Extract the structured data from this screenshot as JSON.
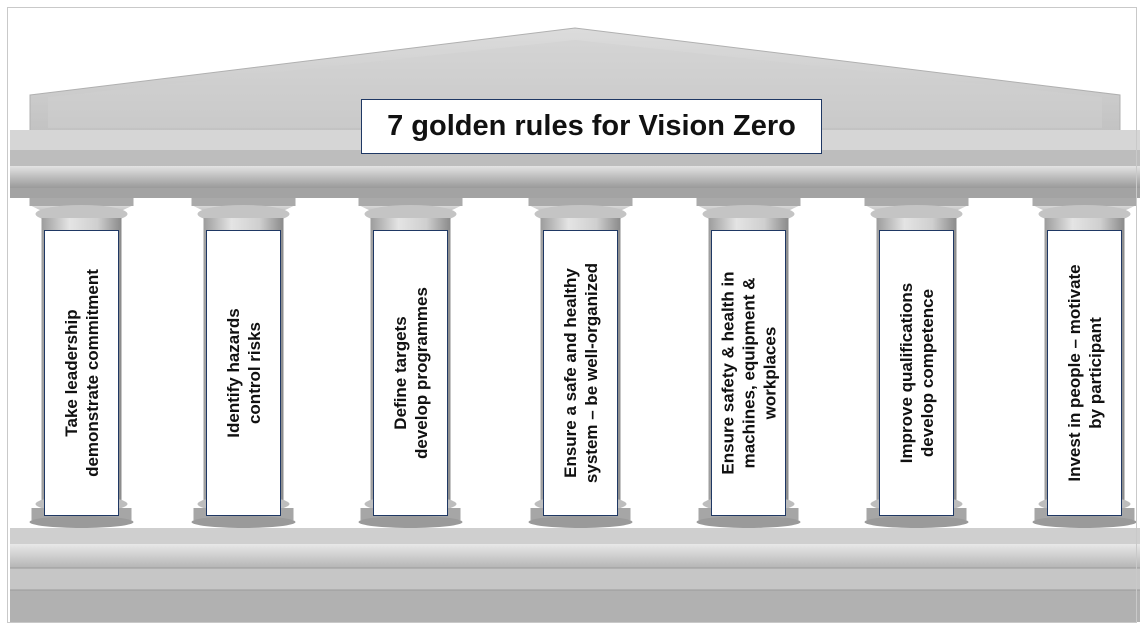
{
  "title": "7 golden rules for Vision Zero",
  "rules": [
    {
      "lines": [
        "Take leadership",
        "demonstrate commitment"
      ]
    },
    {
      "lines": [
        "Identify hazards",
        "control risks"
      ]
    },
    {
      "lines": [
        "Define targets",
        "develop programmes"
      ]
    },
    {
      "lines": [
        "Ensure a safe and healthy",
        "system – be well-organized"
      ]
    },
    {
      "lines": [
        "Ensure safety & health in",
        "machines, equipment &",
        "workplaces"
      ]
    },
    {
      "lines": [
        "Improve qualifications",
        "develop competence"
      ]
    },
    {
      "lines": [
        "Invest in people – motivate",
        "by participant"
      ]
    }
  ],
  "colors": {
    "box_border": "#1f3864",
    "stone_light": "#e6e6e6",
    "stone_dark": "#8e8e8e"
  }
}
